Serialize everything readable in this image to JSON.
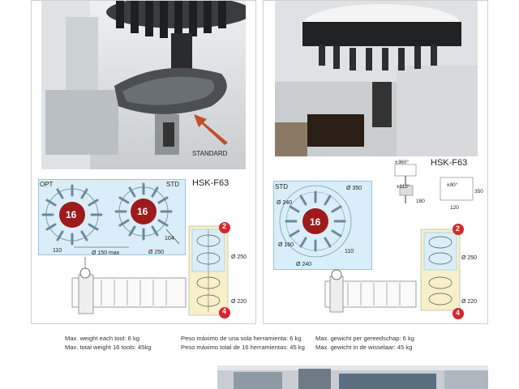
{
  "left_panel": {
    "photo_caption": "STANDARD",
    "diagram_title": "HSK-F63",
    "label_opt": "OPT",
    "label_std": "STD",
    "badge_count_opt": "16",
    "badge_count_std": "16",
    "dim_150": "Ø 150 max",
    "dim_250_a": "Ø 250",
    "dim_104": "104",
    "dim_110": "110",
    "dim_250_b": "Ø 250",
    "dim_220": "Ø 220",
    "marker_top": "2",
    "marker_bottom": "4"
  },
  "right_panel": {
    "diagram_title": "HSK-F63",
    "label_std": "STD",
    "badge_count": "16",
    "dim_350": "Ø 350",
    "dim_240_a": "Ø 240",
    "dim_160": "Ø 160",
    "dim_240_b": "Ø 240",
    "dim_110": "110",
    "dim_360": "±360°",
    "dim_112": "±112°",
    "dim_180": "180",
    "dim_90": "±90°",
    "dim_120": "120",
    "dim_350_b": "350",
    "dim_250": "Ø 250",
    "dim_220": "Ø 220",
    "marker_top": "2",
    "marker_bottom": "4"
  },
  "specs": {
    "en": [
      "Max. weight each tool: 6 kg",
      "Max. total weight 16 tools: 45kg"
    ],
    "es": [
      "Peso máximo de una sola herramienta: 6 kg",
      "Peso máximo total de 16 herramientas: 45 kg"
    ],
    "nl": [
      "Max. gewicht per gereedschap: 6 kg",
      "Max. gewicht in de wisselaar: 45 kg"
    ]
  },
  "colors": {
    "badge_red": "#9e1b1b",
    "marker_red": "#d8262c",
    "highlight_blue": "#d9eef8",
    "highlight_yellow": "#f7f0c8",
    "arrow": "#c0502b"
  }
}
